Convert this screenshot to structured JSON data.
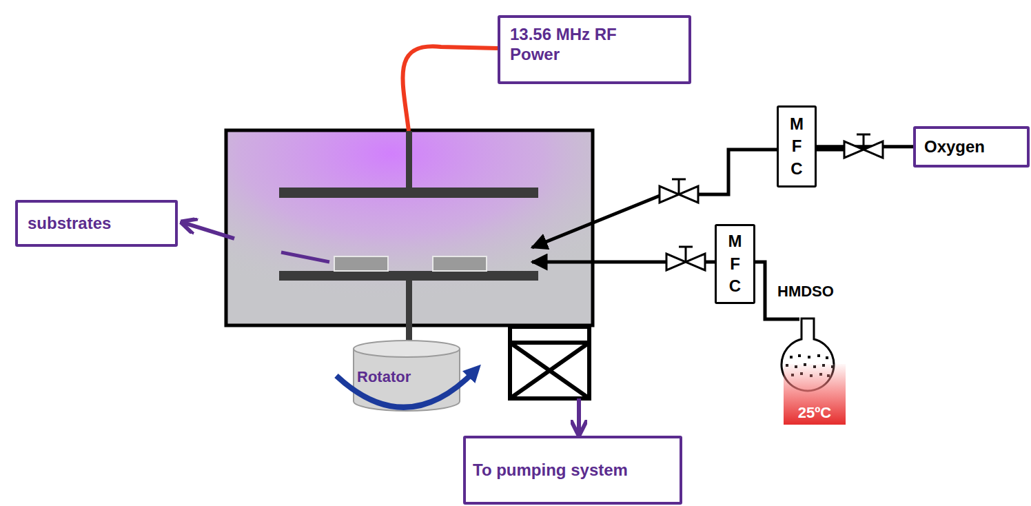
{
  "diagram": {
    "nodes": [
      {
        "text": [
          "13.56 MHz RF Power"
        ]
      },
      {
        "text": [
          "substrates"
        ]
      },
      {
        "text": [
          "Oxygen"
        ]
      },
      {
        "text": [
          "M F C"
        ]
      },
      {
        "text": [
          "M F C"
        ]
      },
      {
        "text": [
          "Rotator"
        ]
      },
      {
        "text": [
          "25ºC"
        ]
      },
      {
        "text": [
          "To pumping system"
        ]
      }
    ],
    "edges": [
      {
        "from": 2,
        "to": 3,
        "arrow": "none"
      }
    ],
    "labels": [
      "HMDSO"
    ]
  }
}
